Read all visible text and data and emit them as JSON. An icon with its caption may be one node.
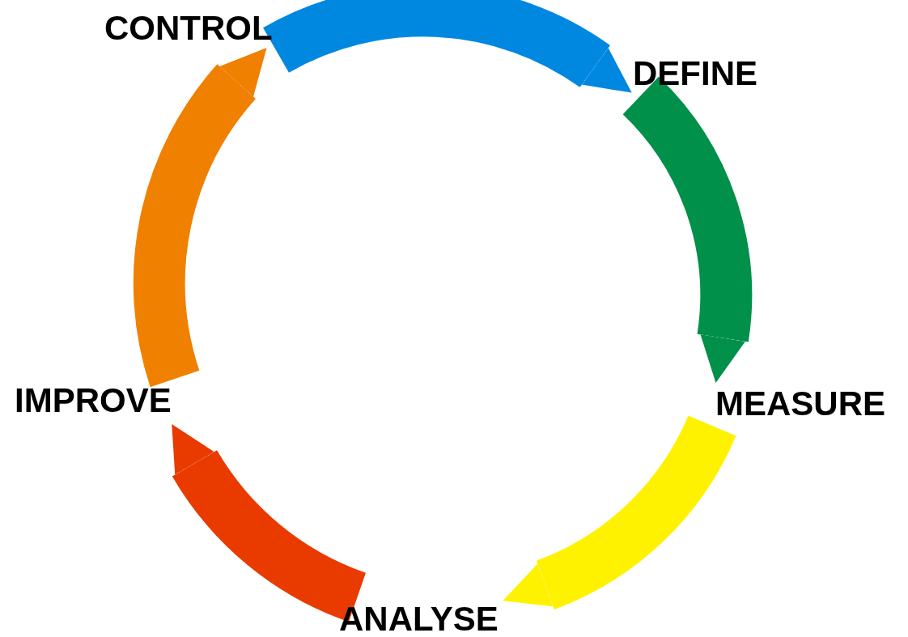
{
  "diagram": {
    "nodes": [
      {
        "text": [
          "CONTROL"
        ]
      },
      {
        "text": [
          "DEFINE"
        ]
      },
      {
        "text": [
          "MEASURE"
        ]
      },
      {
        "text": [
          "ANALYSE"
        ]
      },
      {
        "text": [
          "IMPROVE"
        ]
      }
    ],
    "edges": [
      {
        "from": 0,
        "to": 1,
        "arrow": "to",
        "color": "#0088e0"
      },
      {
        "from": 1,
        "to": 2,
        "arrow": "to",
        "color": "#00904a"
      },
      {
        "from": 2,
        "to": 3,
        "arrow": "to",
        "color": "#fff200"
      },
      {
        "from": 3,
        "to": 4,
        "arrow": "to",
        "color": "#e93b00"
      },
      {
        "from": 4,
        "to": 0,
        "arrow": "to",
        "color": "#f08000"
      }
    ]
  }
}
